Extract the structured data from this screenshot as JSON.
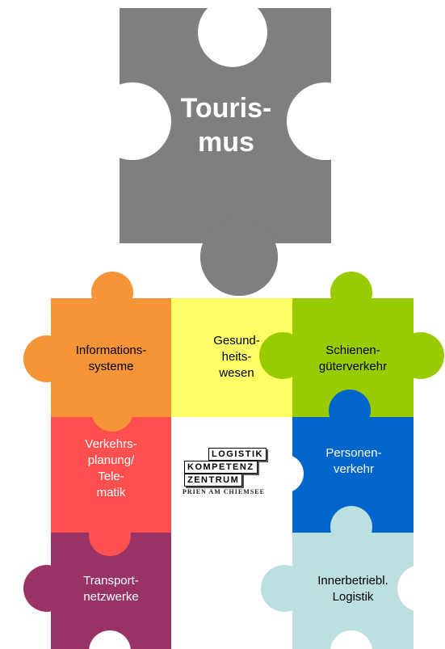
{
  "pieces": {
    "tourismus": {
      "line1": "Touris-",
      "line2": "mus",
      "color": "#7f7f7f"
    },
    "informationssysteme": {
      "line1": "Informations-",
      "line2": "systeme",
      "color": "#f79438"
    },
    "gesundheitswesen": {
      "line1": "Gesund-",
      "line2": "heits-",
      "line3": "wesen",
      "color": "#ffff66"
    },
    "schienengueterverkehr": {
      "line1": "Schienen-",
      "line2": "güterverkehr",
      "color": "#99cc00"
    },
    "verkehrsplanung": {
      "line1": "Verkehrs-",
      "line2": "planung/",
      "line3": "Tele-",
      "line4": "matik",
      "color": "#ff5050"
    },
    "personenverkehr": {
      "line1": "Personen-",
      "line2": "verkehr",
      "color": "#0066cc"
    },
    "transportnetzwerke": {
      "line1": "Transport-",
      "line2": "netzwerke",
      "color": "#993366"
    },
    "innerbetriebliche_logistik": {
      "line1": "Innerbetriebl.",
      "line2": "Logistik",
      "color": "#bcdfe0"
    }
  },
  "logo": {
    "row1": "LOGISTIK",
    "row2": "KOMPETENZ",
    "row3": "ZENTRUM",
    "subtitle": "PRIEN AM CHIEMSEE"
  }
}
